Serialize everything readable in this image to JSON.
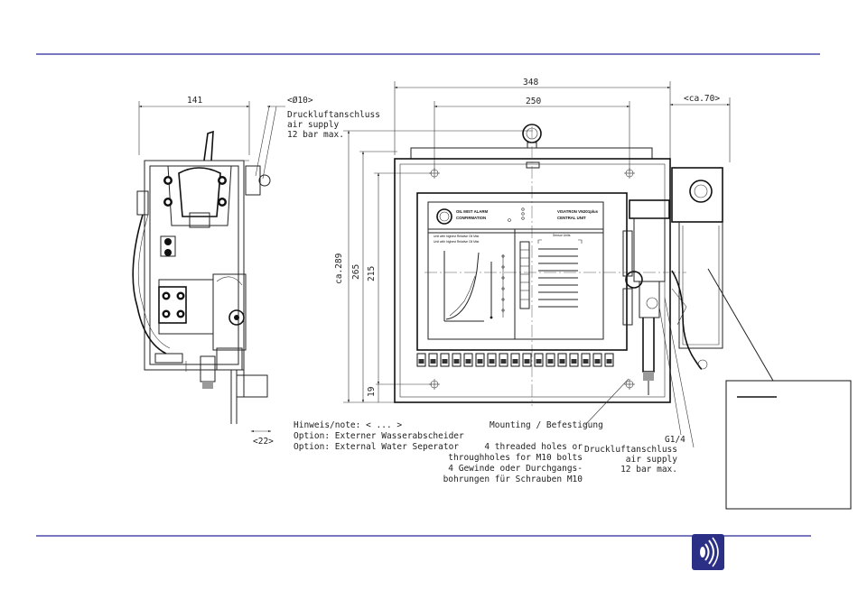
{
  "colors": {
    "rule": "#27289a",
    "logo_bg": "#2c2f86",
    "ink": "#222222"
  },
  "icons": {
    "logo": "vaditron-sound-wave-logo"
  },
  "dimensions": {
    "side_width": "141",
    "fitting_diameter": "<Ø10>",
    "total_width": "348",
    "hole_spacing": "250",
    "separator_width": "<ca.70>",
    "total_height": "ca.289",
    "height_265": "265",
    "height_215": "215",
    "height_19": "19",
    "base_offset": "<22>"
  },
  "labels": {
    "air_top_de": "Druckluftanschluss",
    "air_top_en": "air supply",
    "air_top_pressure": "12 bar max.",
    "note_title": "Hinweis/note: < ... >",
    "note_option_de": "Option: Externer Wasserabscheider",
    "note_option_en": "Option: External Water Seperator",
    "mounting": "Mounting / Befestigung",
    "holes_line1": "4 threaded holes or",
    "holes_line2": "throughholes for M10 bolts",
    "holes_line3": "4 Gewinde oder Durchgangs-",
    "holes_line4": "bohrungen für Schrauben M10",
    "thread": "G1/4",
    "air_right_de": "Druckluftanschluss",
    "air_right_en": "air supply",
    "air_right_pressure": "12 bar max."
  },
  "front_panel": {
    "alarm_line1": "OIL MIST ALARM",
    "alarm_line2": "CONFIRMATION",
    "brand_line1": "VISATRON VN301plus",
    "brand_line2": "CENTRAL UNIT",
    "graph_line1": "Unit with highest Relative Oil Mist",
    "graph_line2": "Unit with highest Relative Oil Mist",
    "sensor_title": "Sensor Units"
  }
}
